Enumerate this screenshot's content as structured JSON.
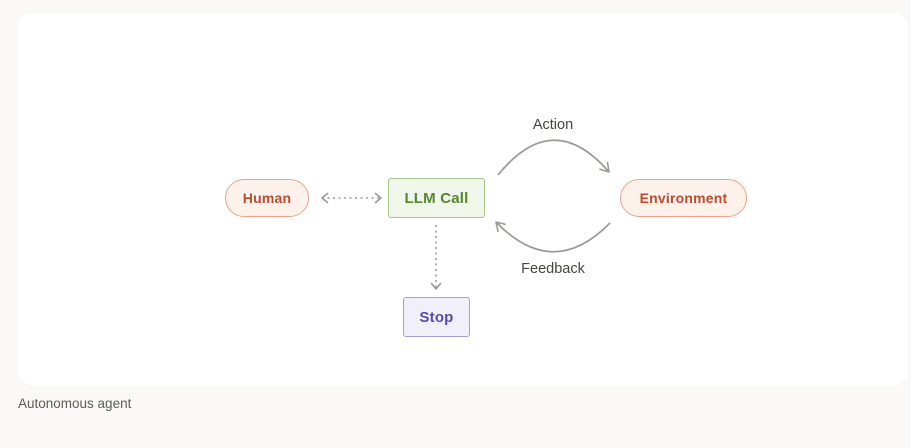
{
  "figure": {
    "caption": "Autonomous agent"
  },
  "diagram": {
    "nodes": {
      "human": {
        "label": "Human",
        "shape": "pill"
      },
      "llm_call": {
        "label": "LLM Call",
        "shape": "rect"
      },
      "environment": {
        "label": "Environment",
        "shape": "pill"
      },
      "stop": {
        "label": "Stop",
        "shape": "rect"
      }
    },
    "edges": {
      "human_llm": {
        "type": "dashed-bidirectional",
        "from": "human",
        "to": "llm_call",
        "label": ""
      },
      "llm_stop": {
        "type": "dashed-arrow",
        "from": "llm_call",
        "to": "stop",
        "label": ""
      },
      "llm_environment": {
        "type": "curved-arrow",
        "from": "llm_call",
        "to": "environment",
        "label": "Action"
      },
      "environment_llm": {
        "type": "curved-arrow",
        "from": "environment",
        "to": "llm_call",
        "label": "Feedback"
      }
    }
  },
  "colors": {
    "page_bg": "#faf9f7",
    "card_bg": "#ffffff",
    "human_env_fill": "#fdf1ec",
    "human_env_border": "#eaa68c",
    "human_env_text": "#bf4b2b",
    "llm_fill": "#f0f6ea",
    "llm_border": "#a5c688",
    "llm_text": "#55862c",
    "stop_fill": "#f1effa",
    "stop_border": "#a89fd8",
    "stop_text": "#5a49ae",
    "arrow": "#9a9a96",
    "edge_label": "#45443f",
    "caption_text": "#5e5b55"
  }
}
